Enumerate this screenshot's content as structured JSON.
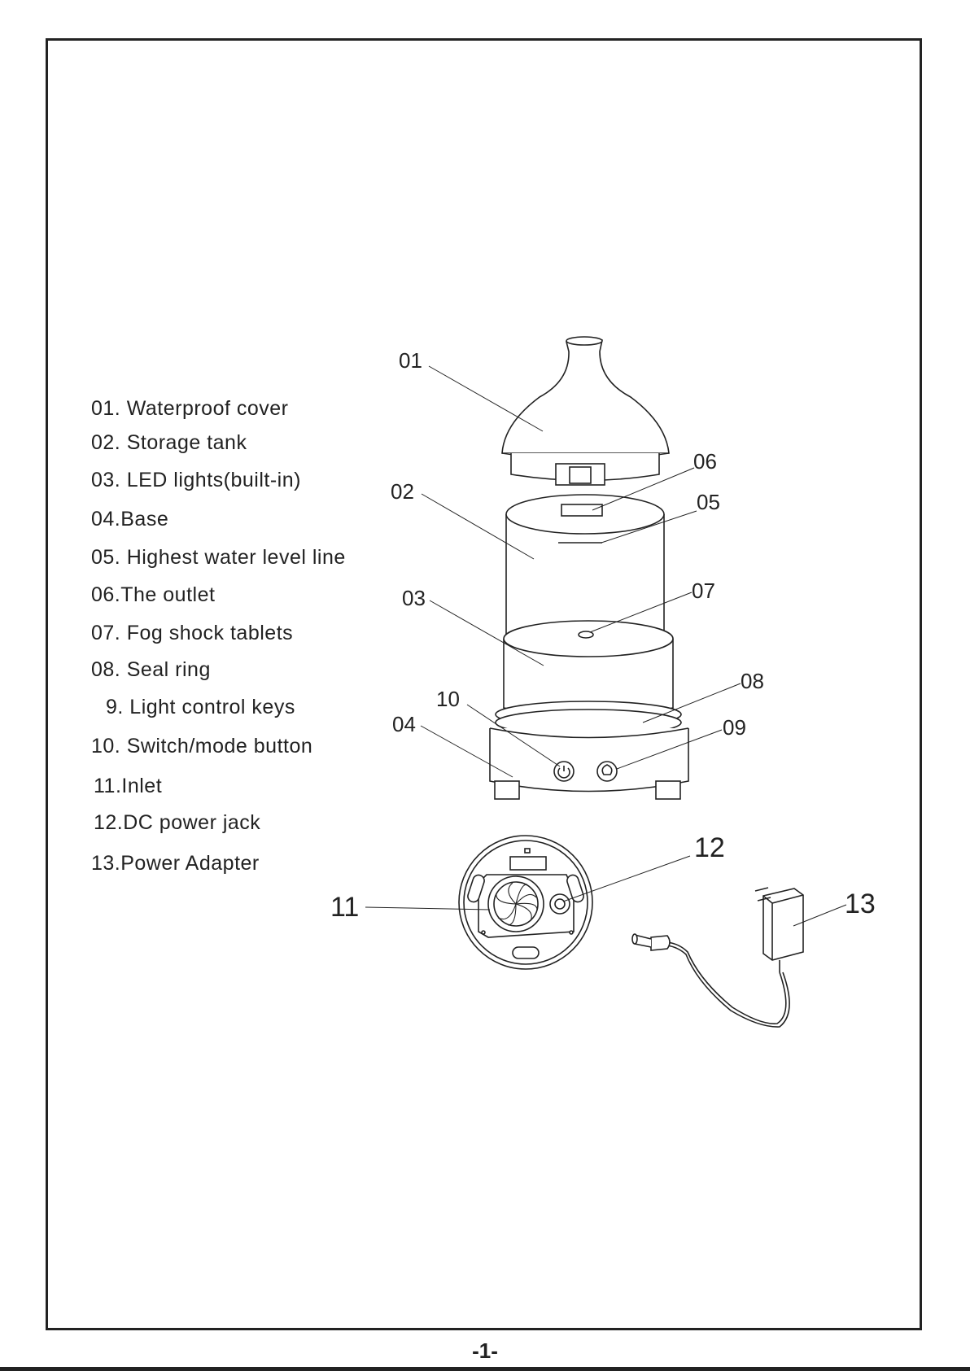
{
  "parts": [
    {
      "label": "01. Waterproof cover"
    },
    {
      "label": "02. Storage tank"
    },
    {
      "label": "03. LED lights(built-in)"
    },
    {
      "label": "04.Base"
    },
    {
      "label": "05. Highest water level line"
    },
    {
      "label": "06.The outlet"
    },
    {
      "label": "07. Fog shock tablets"
    },
    {
      "label": "08. Seal ring"
    },
    {
      "label": "9. Light control keys"
    },
    {
      "label": "10. Switch/mode button"
    },
    {
      "label": "11.Inlet"
    },
    {
      "label": "12.DC power jack"
    },
    {
      "label": "13.Power Adapter"
    }
  ],
  "callouts": {
    "c01": "01",
    "c02": "02",
    "c03": "03",
    "c04": "04",
    "c05": "05",
    "c06": "06",
    "c07": "07",
    "c08": "08",
    "c09": "09",
    "c10": "10",
    "c11": "11",
    "c12": "12",
    "c13": "13"
  },
  "page_number": "-1-"
}
